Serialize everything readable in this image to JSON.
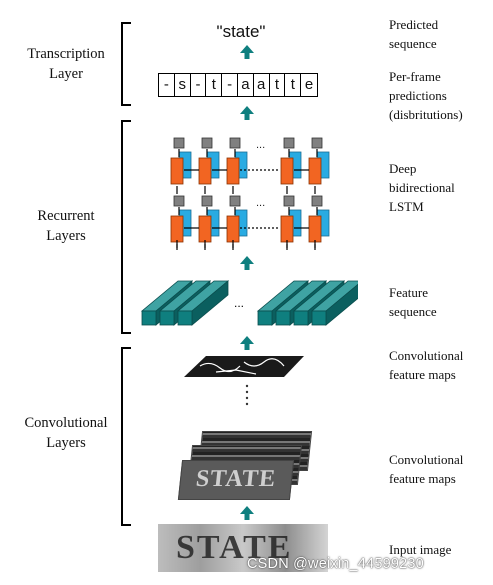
{
  "layers": {
    "transcription": "Transcription\nLayer",
    "recurrent": "Recurrent\nLayers",
    "convolutional": "Convolutional\nLayers"
  },
  "labels": {
    "predicted_sequence": "Predicted\nsequence",
    "per_frame": "Per-frame\npredictions\n(disbritutions)",
    "deep_lstm": "Deep\nbidirectional\nLSTM",
    "feature_sequence": "Feature\nsequence",
    "conv_maps_1": "Convolutional\nfeature maps",
    "conv_maps_2": "Convolutional\nfeature maps",
    "input_image": "Input image"
  },
  "predicted_text": "\"state\"",
  "frames": [
    "-",
    "s",
    "-",
    "t",
    "-",
    "a",
    "a",
    "t",
    "t",
    "e"
  ],
  "ellipsis": "...",
  "image_text": "STATE",
  "watermark": "CSDN @weixin_44599230",
  "colors": {
    "arrow": "#0f7f7f",
    "lstm_cell": "#f26522",
    "lstm_back": "#29abe2",
    "lstm_gate": "#808080",
    "feature_block": "#0f7f7f"
  }
}
